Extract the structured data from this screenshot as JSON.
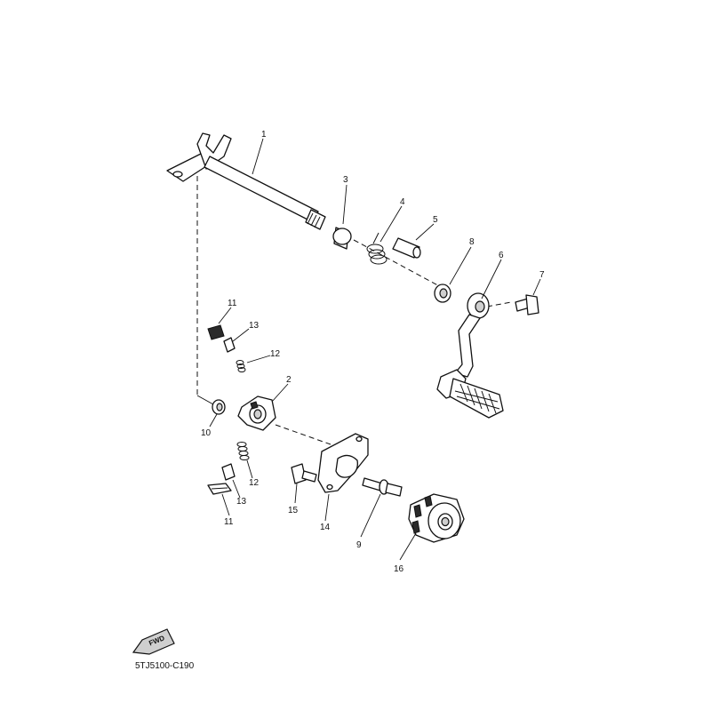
{
  "diagram": {
    "code": "5TJ5100-C190",
    "fwd_label": "FWD",
    "callouts": [
      "1",
      "2",
      "3",
      "4",
      "5",
      "6",
      "7",
      "8",
      "9",
      "10",
      "11",
      "11",
      "12",
      "12",
      "13",
      "13",
      "14",
      "15",
      "16"
    ]
  }
}
